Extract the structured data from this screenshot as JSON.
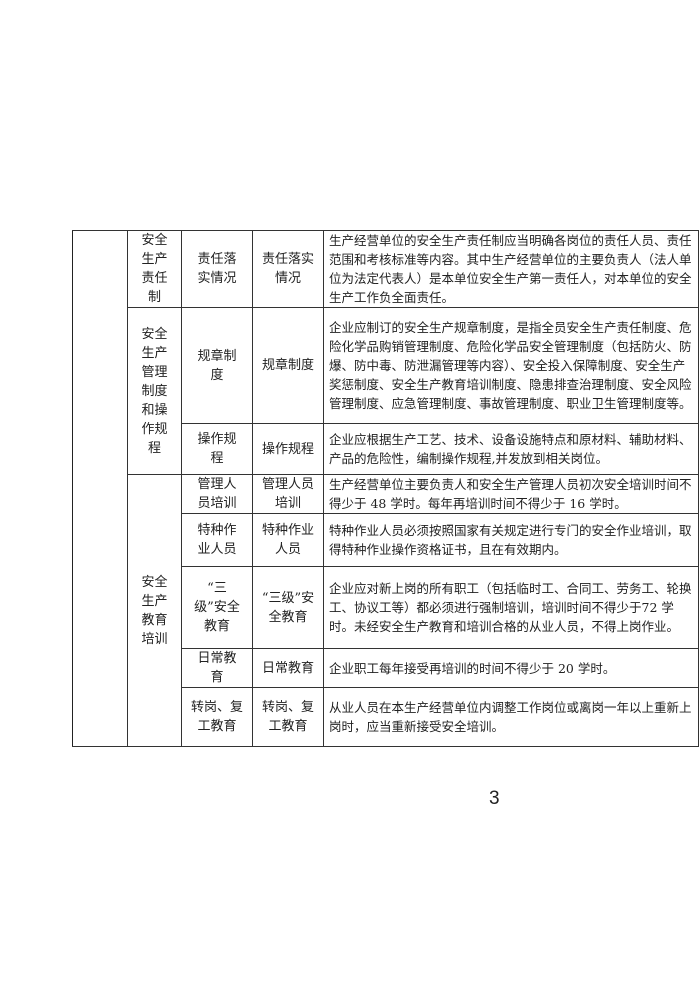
{
  "table": {
    "rows": [
      {
        "category": "安全生产责任制",
        "item": "责任落实情况",
        "sub": "责任落实情况",
        "content": [
          "生产经营单位的安全生产责任制应当明确各岗位的责任人员、",
          "责任范围和考核标准等内容。其中生产经营单位的主要负责人",
          "（法人单位为法定代表人）是本单位安全生产第一责任人，对",
          "本单位的安全生产工作负全面责任。"
        ]
      },
      {
        "category": "安全生产管理制度和操作规程",
        "item": "规章制度",
        "sub": "规章制度",
        "content": [
          "企业应制订的安全生产规章制度，是指全员安全生产责任制度、",
          "危险化学品购销管理制度、危险化学品安全管理制度（包括防",
          "火、防爆、防中毒、防泄漏管理等内容）、安全投入保障制度、",
          "安全生产奖惩制度、安全生产教育培训制度、隐患排查治理制",
          "度、安全风险管理制度、应急管理制度、事故管理制度、职业",
          "卫生管理制度等。"
        ]
      },
      {
        "item": "操作规程",
        "sub": "操作规程",
        "content": [
          "企业应根据生产工艺、技术、设备设施特点和原材料、辅助材",
          "料、产品的危险性，编制操作规程,并发放到相关岗位。"
        ]
      },
      {
        "category": "安全生产教育培训",
        "item": "管理人员培训",
        "sub": "管理人员培训",
        "content": [
          "生产经营单位主要负责人和安全生产管理人员初次安全培训时",
          "间不得少于 48 学时。每年再培训时间不得少于 16 学时。"
        ]
      },
      {
        "item": "特种作业人员",
        "sub": "特种作业人员",
        "content": [
          "特种作业人员必须按照国家有关规定进行专门的安全作业培",
          "训，取得特种作业操作资格证书，且在有效期内。"
        ]
      },
      {
        "item": "“三级”安全教育",
        "sub": "“三级”安全教育",
        "content": [
          "企业应对新上岗的所有职工（包括临时工、合同工、劳务工、",
          "轮换工、协议工等）都必须进行强制培训，培训时间不得少于",
          "72 学时。未经安全生产教育和培训合格的从业人员，不得上岗",
          "作业。"
        ]
      },
      {
        "item": "日常教育",
        "sub": "日常教育",
        "content": [
          "企业职工每年接受再培训的时间不得少于 20 学时。"
        ]
      },
      {
        "item": "转岗、复工教育",
        "sub": "转岗、复工教育",
        "content": [
          "从业人员在本生产经营单位内调整工作岗位或离岗一年以上重",
          "新上岗时，应当重新接受安全培训。"
        ]
      }
    ]
  },
  "page_number": "3"
}
